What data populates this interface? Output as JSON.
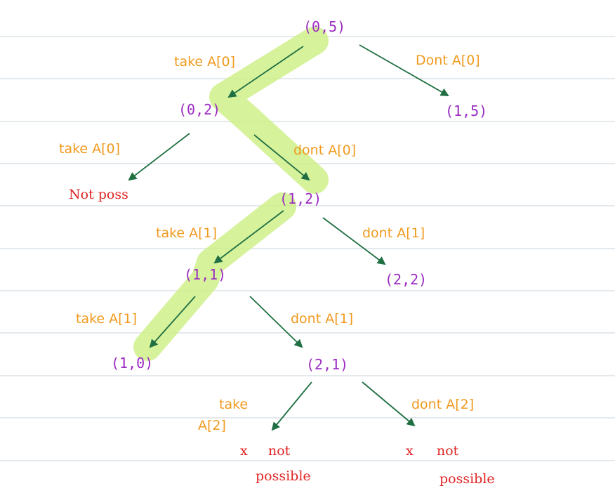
{
  "colors": {
    "node": "#9b2bc2",
    "edge_label": "#f09a1e",
    "not_possible": "#e02424",
    "arrow": "#1f6f43",
    "highlight": "#cff08a",
    "rule_line": "#c9d3dc"
  },
  "nodes": {
    "n05": "(0,5)",
    "n02": "(0,2)",
    "n15": "(1,5)",
    "n12": "(1,2)",
    "n11": "(1,1)",
    "n22": "(2,2)",
    "n10": "(1,0)",
    "n21": "(2,1)"
  },
  "edge_labels": {
    "take_a0_top": "take A[0]",
    "dont_a0_top": "Dont A[0]",
    "take_a0_left": "take A[0]",
    "dont_a0_mid": "dont A[0]",
    "take_a1_a": "take A[1]",
    "dont_a1_a": "dont A[1]",
    "take_a1_b": "take A[1]",
    "dont_a1_b": "dont A[1]",
    "take_a2_line1": "take",
    "take_a2_line2": "A[2]",
    "dont_a2": "dont A[2]"
  },
  "outcomes": {
    "not_poss": "Not poss",
    "left_x": "x",
    "left_not": "not",
    "left_possible": "possible",
    "right_x": "x",
    "right_not": "not",
    "right_possible": "possible"
  }
}
